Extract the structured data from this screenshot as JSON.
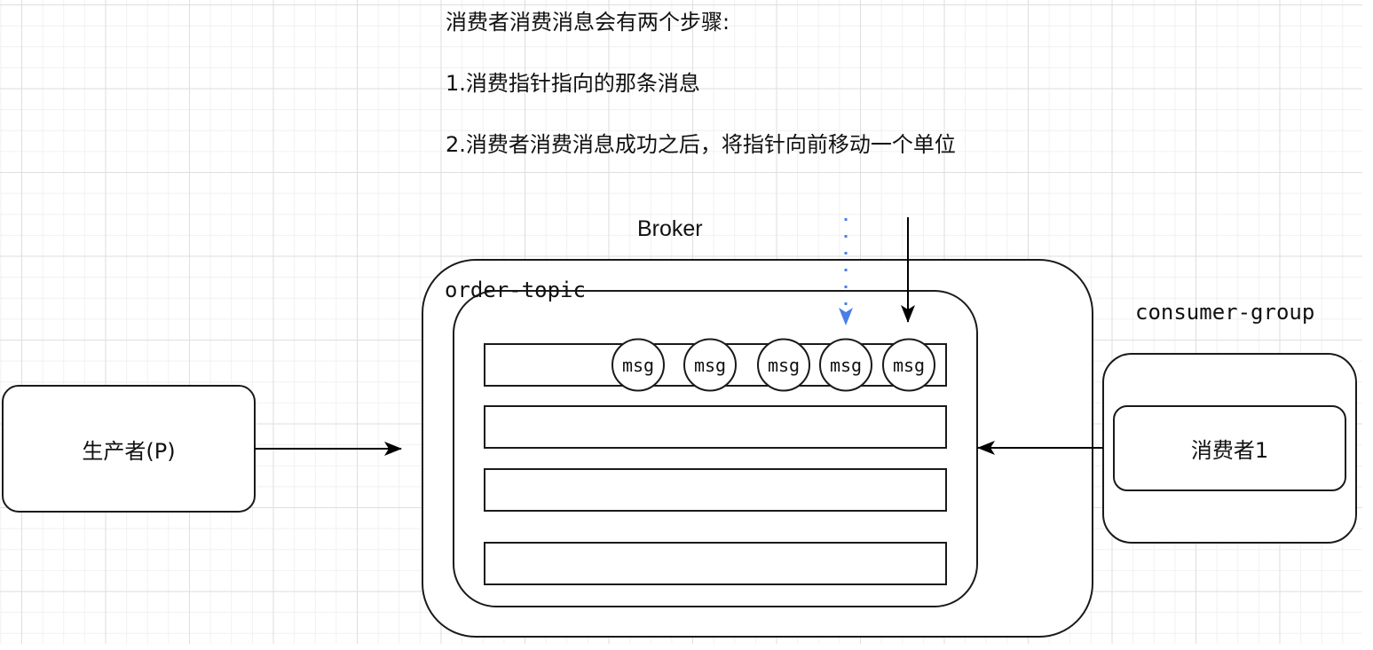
{
  "notes": {
    "heading": "消费者消费消息会有两个步骤:",
    "steps": [
      "1.消费指针指向的那条消息",
      "2.消费者消费消息成功之后，将指针向前移动一个单位"
    ]
  },
  "broker": {
    "label": "Broker",
    "topic": {
      "label": "order-topic",
      "partitions": [
        {
          "messages": [
            "msg",
            "msg",
            "msg",
            "msg",
            "msg"
          ]
        },
        {
          "messages": []
        },
        {
          "messages": []
        },
        {
          "messages": []
        }
      ]
    }
  },
  "producer": {
    "label": "生产者(P)"
  },
  "consumer_group": {
    "label": "consumer-group",
    "consumers": [
      {
        "label": "消费者1"
      }
    ]
  },
  "pointers": {
    "consume_pointer": {
      "style": "dotted",
      "color": "#4a7fe8",
      "points_to_message_index": 3
    },
    "current_pointer": {
      "style": "solid",
      "color": "#000000",
      "points_to_message_index": 4
    }
  },
  "colors": {
    "stroke": "#1a1a1a",
    "grid_major": "#dedede",
    "grid_minor": "#f1f1f1",
    "pointer_blue": "#4a7fe8"
  }
}
